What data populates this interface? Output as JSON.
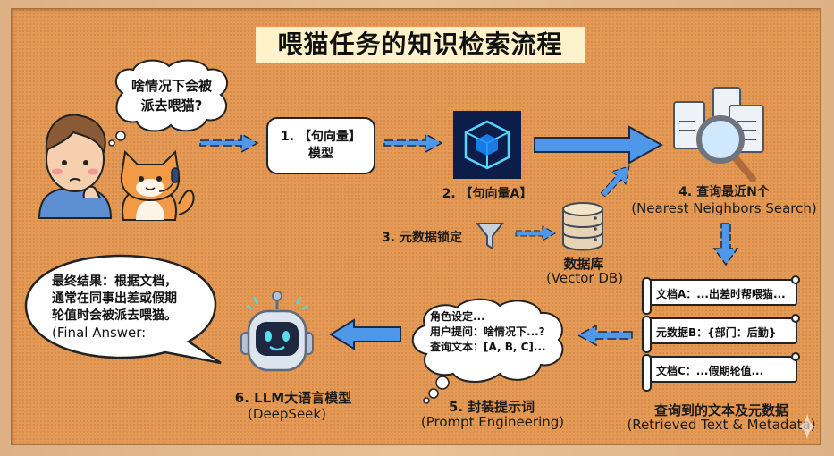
{
  "title": "喂猫任务的知识检索流程",
  "question_bubble": {
    "line1": "啥情况下会被",
    "line2": "派去喂猫?"
  },
  "step1": {
    "line1": "1. 【句向量】",
    "line2": "模型"
  },
  "step2": {
    "label": "2. 【句向量A】"
  },
  "step3": {
    "label": "3. 元数据锁定"
  },
  "database": {
    "label_cn": "数据库",
    "label_en": "(Vector DB)"
  },
  "step4": {
    "label_cn": "4. 查询最近N个",
    "label_en": "(Nearest Neighbors Search)"
  },
  "retrieved": {
    "items": [
      "文档A：...出差时帮喂猫...",
      "元数据B：{部门：后勤}",
      "文档C：...假期轮值..."
    ],
    "label_cn": "查询到的文本及元数据",
    "label_en": "(Retrieved Text & Metadata)"
  },
  "step5": {
    "prompt_lines": [
      "角色设定...",
      "用户提问：啥情况下...?",
      "查询文本：[A, B, C]..."
    ],
    "label_cn": "5. 封装提示词",
    "label_en": "(Prompt Engineering)"
  },
  "step6": {
    "label_cn": "6. LLM大语言模型",
    "label_en": "(DeepSeek)"
  },
  "final_answer": {
    "lines": [
      "最终结果：根据文档，",
      "通常在同事出差或假期",
      "轮值时会被派去喂猫。",
      "(Final Answer:"
    ]
  },
  "colors": {
    "arrow": "#4f97e8",
    "arrow_stroke": "#1d2a44",
    "board": "#e49a55",
    "title_bg": "#fdf2c9"
  }
}
